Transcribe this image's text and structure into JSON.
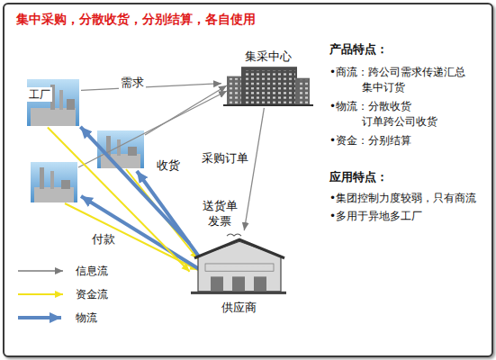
{
  "diagram": {
    "title": "集中采购，分散收货，分别结算，各自使用",
    "nodes": [
      {
        "text": [
          "集采中心"
        ]
      },
      {
        "text": [
          "工厂"
        ]
      },
      {
        "text": [
          "供应商"
        ]
      }
    ],
    "edges": [
      {
        "from": 1,
        "to": 0,
        "arrow": "to",
        "label": "需求"
      },
      {
        "from": 0,
        "to": 2,
        "arrow": "to",
        "label": "采购订单"
      },
      {
        "from": 2,
        "to": 1,
        "arrow": "to",
        "label": "收货"
      },
      {
        "from": 1,
        "to": 2,
        "arrow": "to",
        "label": "付款"
      }
    ],
    "labels": [
      "送货单 发票",
      "产品特点：",
      "•商流：跨公司需求传递汇总 集中订货",
      "•物流：分散收货 订单跨公司收货",
      "•资金：分别结算",
      "应用特点：",
      "•集团控制力度较弱，只有商流",
      "•多用于异地多工厂"
    ],
    "legend": [
      {
        "text": "信息流"
      },
      {
        "text": "资金流"
      },
      {
        "text": "物流"
      }
    ]
  }
}
